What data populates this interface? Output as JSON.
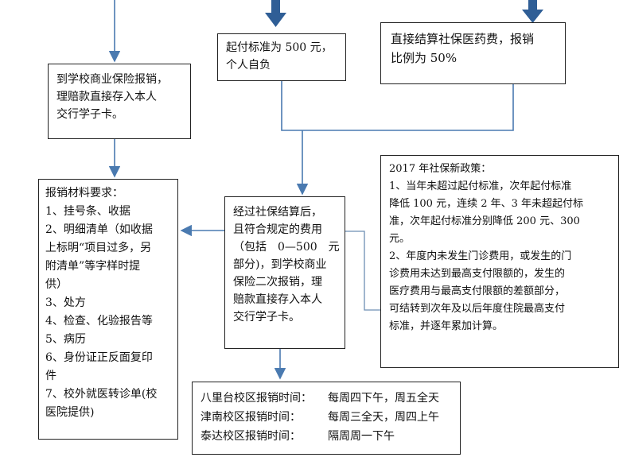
{
  "colors": {
    "arrow": "#4a7ab0",
    "arrow_fill": "#2f5e96",
    "border": "#222222",
    "connector": "#6e8fb3"
  },
  "boxes": {
    "school_insurance": {
      "lines": [
        "到学校商业保险报销，",
        "理赔款直接存入本人",
        "交行学子卡。"
      ]
    },
    "threshold": {
      "lines": [
        "起付标准为 500 元，",
        "个人自负"
      ]
    },
    "direct_settlement": {
      "lines": [
        "直接结算社保医药费，报销",
        "比例为 50%"
      ]
    },
    "materials": {
      "lines": [
        "报销材料要求：",
        "1、挂号条、收据",
        "2、明细清单（如收据",
        "上标明“项目过多，另",
        "附清单”等字样时提",
        "供）",
        "3、处方",
        "4、检查、化验报告等",
        "5、病历",
        "6、身份证正反面复印",
        "件",
        "7、校外就医转诊单(校",
        "医院提供)"
      ]
    },
    "second_claim": {
      "lines": [
        "经过社保结算后，",
        "且符合规定的费用",
        "（包括　0—500　元",
        "部分)，到学校商业",
        "保险二次报销，理",
        "赔款直接存入本人",
        "交行学子卡。"
      ]
    },
    "policy": {
      "lines": [
        "2017 年社保新政策：",
        "1、当年未超过起付标准，次年起付标准",
        "降低 100 元，连续 2 年、3 年未超起付标",
        "准，次年起付标准分别降低 200 元、300",
        "元。",
        "2、年度内未发生门诊费用，或发生的门",
        "诊费用未达到最高支付限额的，发生的",
        "医疗费用与最高支付限额的差额部分，",
        "可结转到次年及以后年度住院最高支付",
        "标准，并逐年累加计算。"
      ]
    },
    "reimbursement_times": {
      "rows": [
        {
          "campus": "八里台校区报销时间：",
          "time": "每周四下午，周五全天"
        },
        {
          "campus": "津南校区报销时间：",
          "time": "每周三全天，周四上午"
        },
        {
          "campus": "泰达校区报销时间：",
          "time": "隔周周一下午"
        }
      ]
    }
  }
}
